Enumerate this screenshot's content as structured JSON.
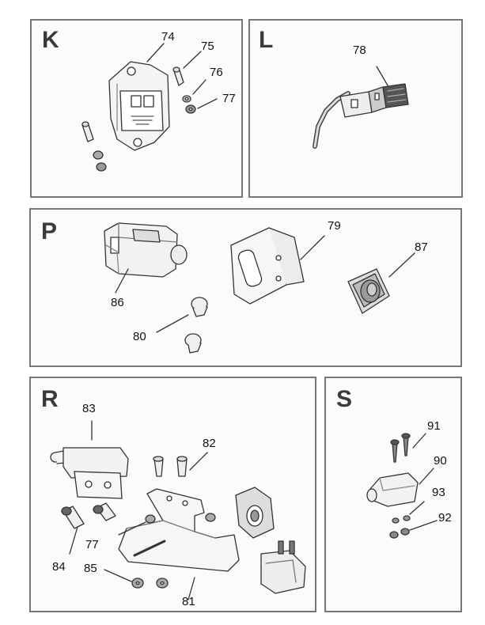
{
  "panels": {
    "K": {
      "letter": "K",
      "callouts": [
        "74",
        "75",
        "76",
        "77"
      ]
    },
    "L": {
      "letter": "L",
      "callouts": [
        "78"
      ]
    },
    "P": {
      "letter": "P",
      "callouts": [
        "79",
        "87",
        "86",
        "80"
      ]
    },
    "R": {
      "letter": "R",
      "callouts": [
        "83",
        "82",
        "77",
        "84",
        "85",
        "81"
      ]
    },
    "S": {
      "letter": "S",
      "callouts": [
        "91",
        "90",
        "93",
        "92"
      ]
    }
  }
}
